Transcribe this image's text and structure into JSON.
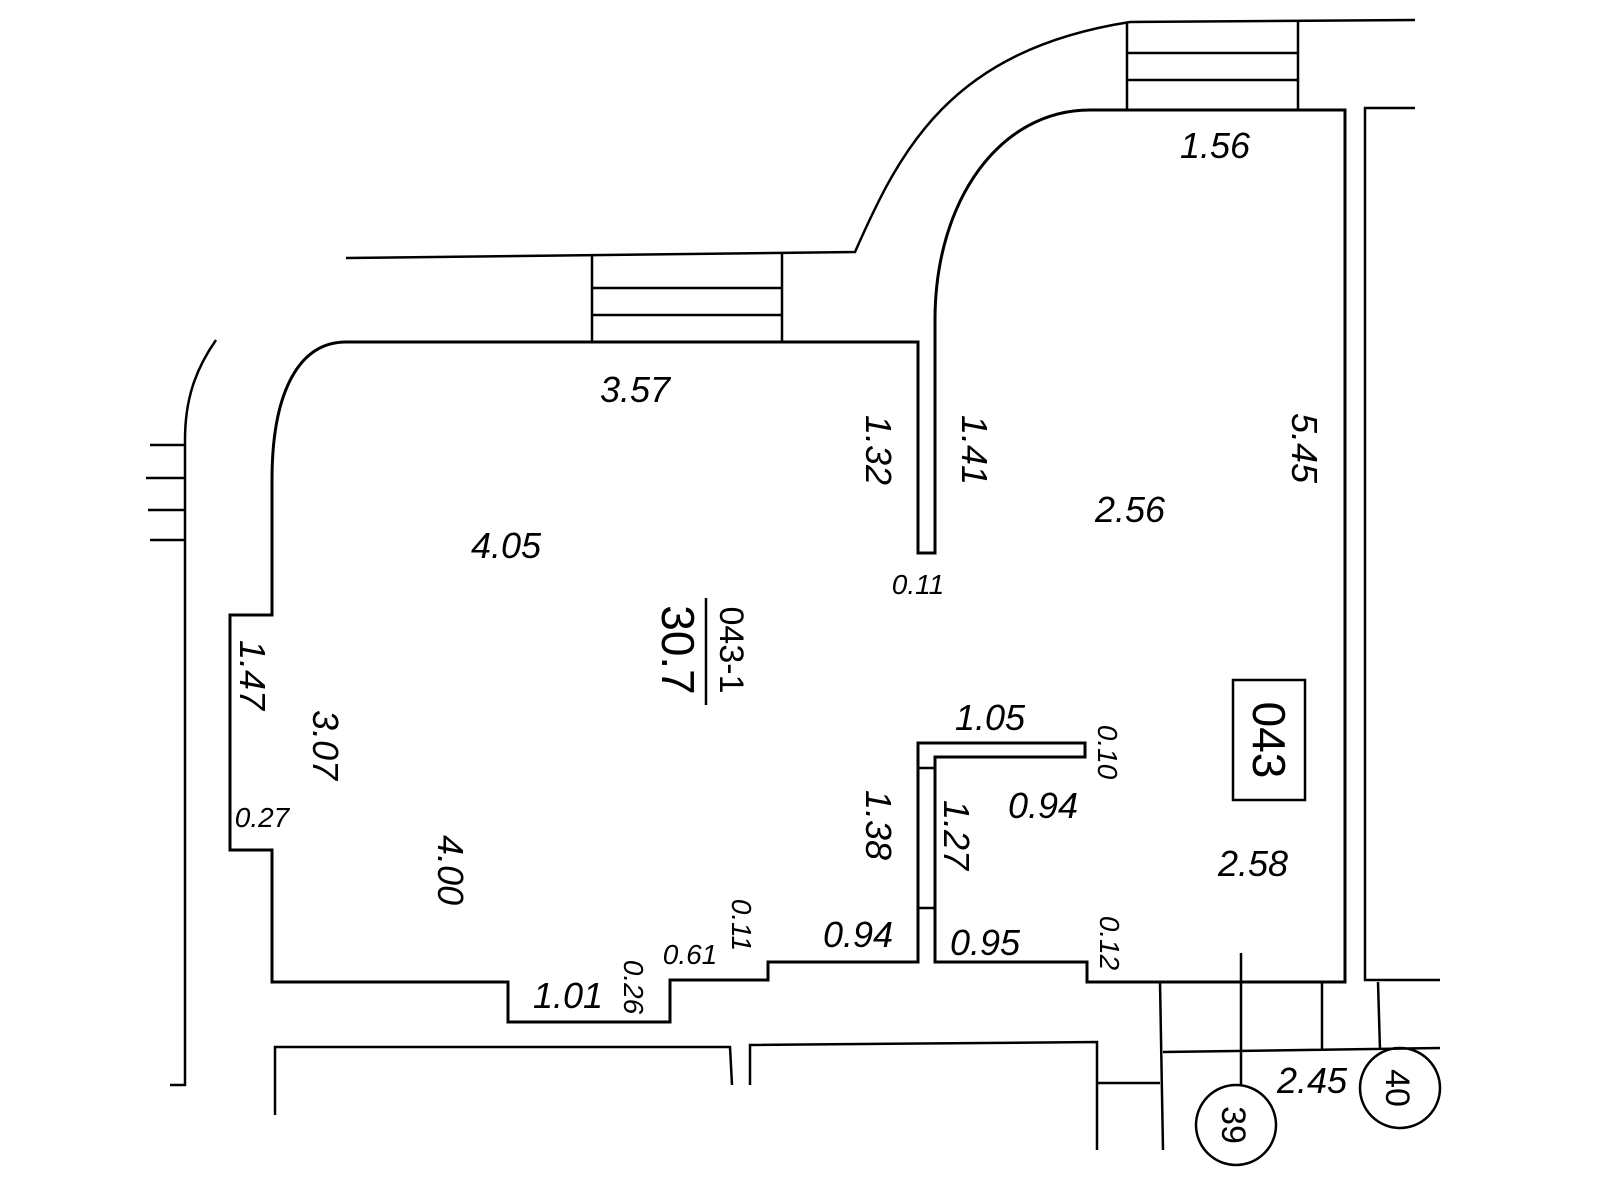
{
  "plan": {
    "room_number": "043",
    "room_id": "043-1",
    "room_area": "30.7",
    "dimensions": {
      "top_right_width": "1.56",
      "top_width": "3.57",
      "wall_left_stub": "1.32",
      "wall_right_stub": "1.41",
      "right_height": "5.45",
      "inner_2_56": "2.56",
      "inner_4_05": "4.05",
      "wall_thickness_0_11a": "0.11",
      "left_niche": "1.47",
      "left_3_07": "3.07",
      "niche_depth": "0.27",
      "inner_4_00": "4.00",
      "closet_width": "1.05",
      "closet_wall": "0.10",
      "closet_inner": "0.94",
      "closet_left_outer": "1.38",
      "closet_left_inner": "1.27",
      "inner_2_58": "2.58",
      "bottom_0_94": "0.94",
      "bottom_0_95": "0.95",
      "bottom_0_12": "0.12",
      "bottom_0_11": "0.11",
      "bottom_0_61": "0.61",
      "bottom_0_26": "0.26",
      "bottom_1_01": "1.01",
      "corridor_2_45": "2.45"
    },
    "axis_markers": [
      "39",
      "40"
    ]
  }
}
